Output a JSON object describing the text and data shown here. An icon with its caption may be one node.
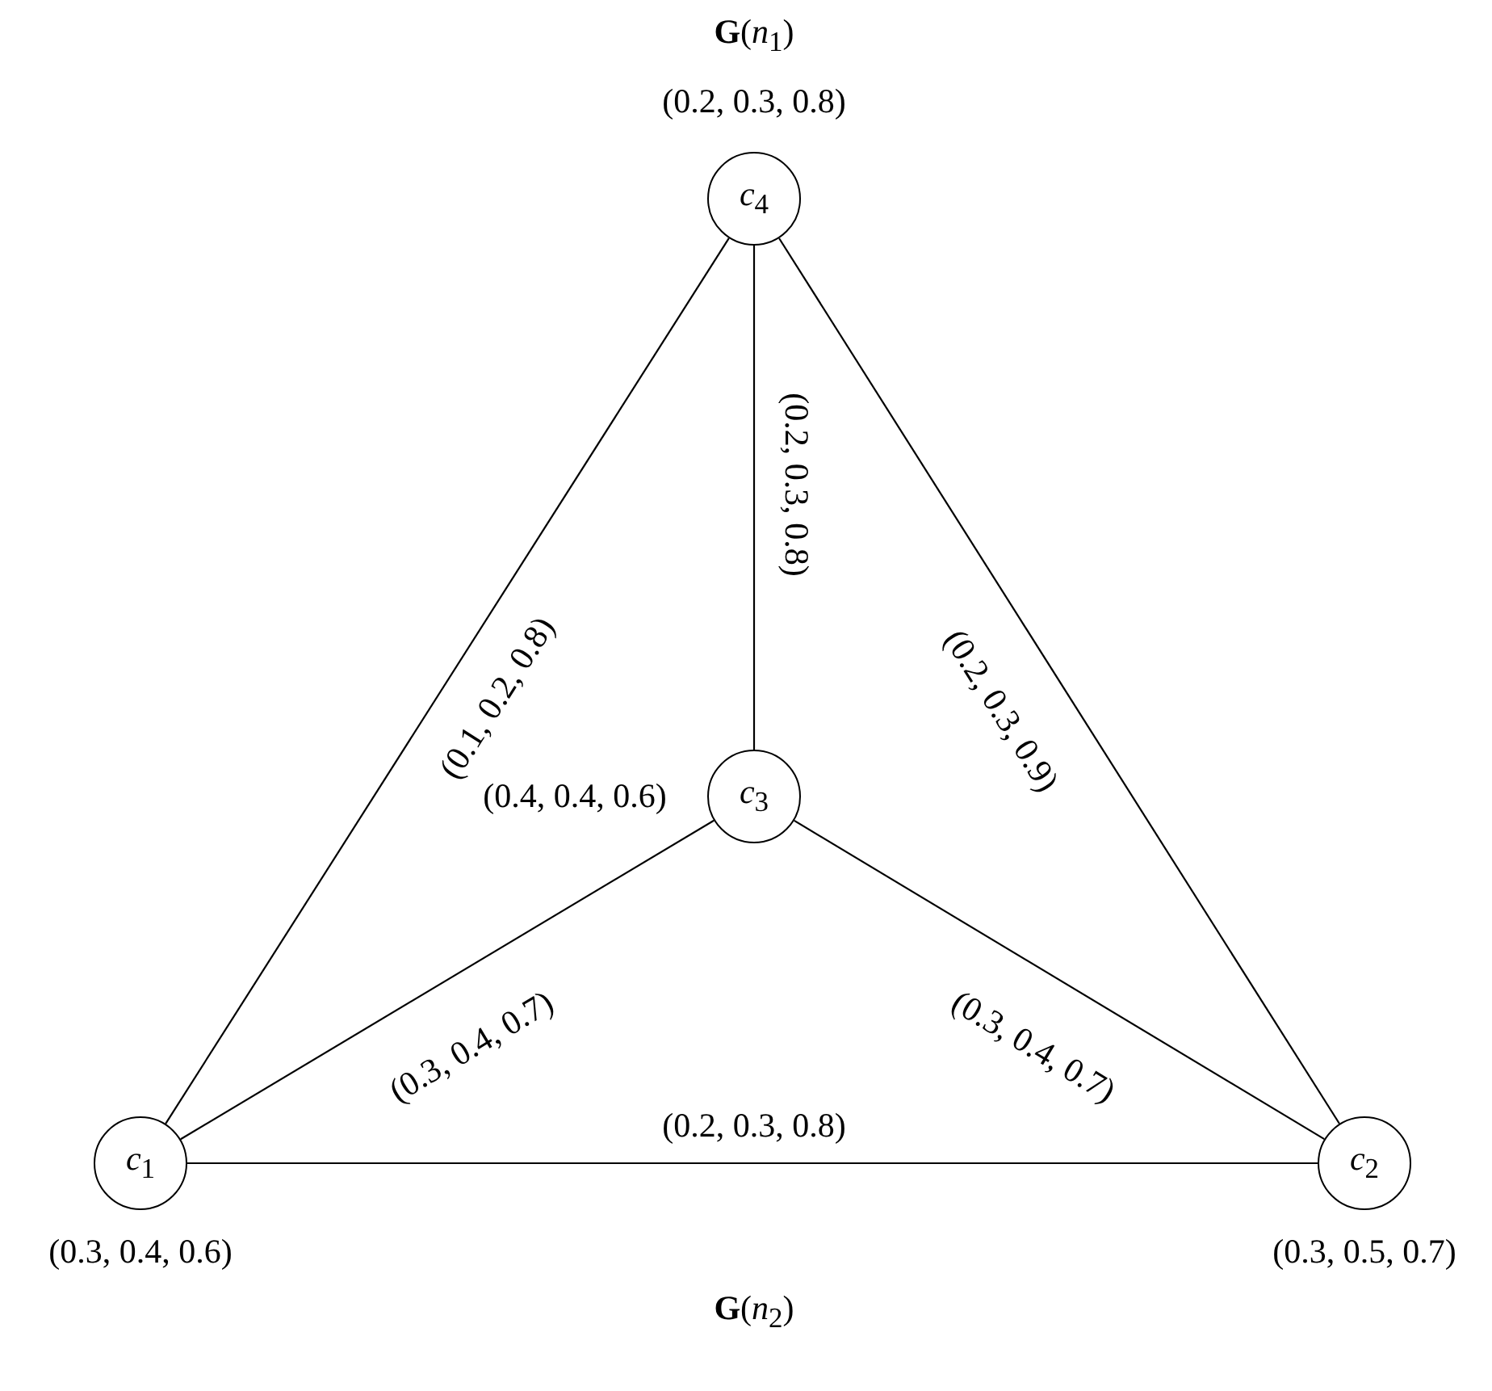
{
  "diagram": {
    "nodes": [
      {
        "text": [
          "*c*$_{4}$"
        ],
        "beside": [
          "(0.2, 0.3, 0.8)"
        ]
      },
      {
        "text": [
          "*c*$_{3}$"
        ],
        "beside": [
          "(0.4, 0.4, 0.6)"
        ]
      },
      {
        "text": [
          "*c*$_{1}$"
        ],
        "beside": [
          "(0.3, 0.4, 0.6)"
        ]
      },
      {
        "text": [
          "*c*$_{2}$"
        ],
        "beside": [
          "(0.3, 0.5, 0.7)"
        ]
      }
    ],
    "edges": [
      {
        "from": 0,
        "to": 2,
        "arrow": "none",
        "label": "(0.1, 0.2, 0.8)"
      },
      {
        "from": 0,
        "to": 1,
        "arrow": "none",
        "label": "(0.2, 0.3, 0.8)"
      },
      {
        "from": 0,
        "to": 3,
        "arrow": "none",
        "label": "(0.2, 0.3, 0.9)"
      },
      {
        "from": 1,
        "to": 2,
        "arrow": "none",
        "label": "(0.3, 0.4, 0.7)"
      },
      {
        "from": 1,
        "to": 3,
        "arrow": "none",
        "label": "(0.3, 0.4, 0.7)"
      },
      {
        "from": 2,
        "to": 3,
        "arrow": "none",
        "label": "(0.2, 0.3, 0.8)"
      }
    ],
    "labels": [
      "**G**(*n*$_{1}$)",
      "**G**(*n*$_{2}$)"
    ]
  }
}
